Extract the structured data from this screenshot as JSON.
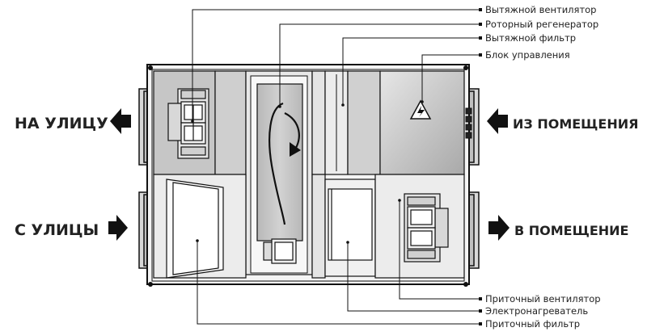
{
  "labels": {
    "exhaust_fan": "Вытяжной вентилятор",
    "rotary_regenerator": "Роторный регенератор",
    "exhaust_filter": "Вытяжной фильтр",
    "control_unit": "Блок управления",
    "supply_fan": "Приточный вентилятор",
    "electric_heater": "Электронагреватель",
    "supply_filter": "Приточный фильтр"
  },
  "flows": {
    "to_street": "НА УЛИЦУ",
    "from_street": "С УЛИЦЫ",
    "from_room": "ИЗ ПОМЕЩЕНИЯ",
    "to_room": "В ПОМЕЩЕНИЕ"
  },
  "colors": {
    "line": "#111111",
    "panel": "#c8c8c8",
    "panel_dark": "#b5b5b5",
    "rotor": "#c4c4c4",
    "control_panel": "#d6d6d6"
  },
  "icons": {
    "warning": "high-voltage-warning-icon",
    "arrows": "flow-arrow-icon"
  }
}
